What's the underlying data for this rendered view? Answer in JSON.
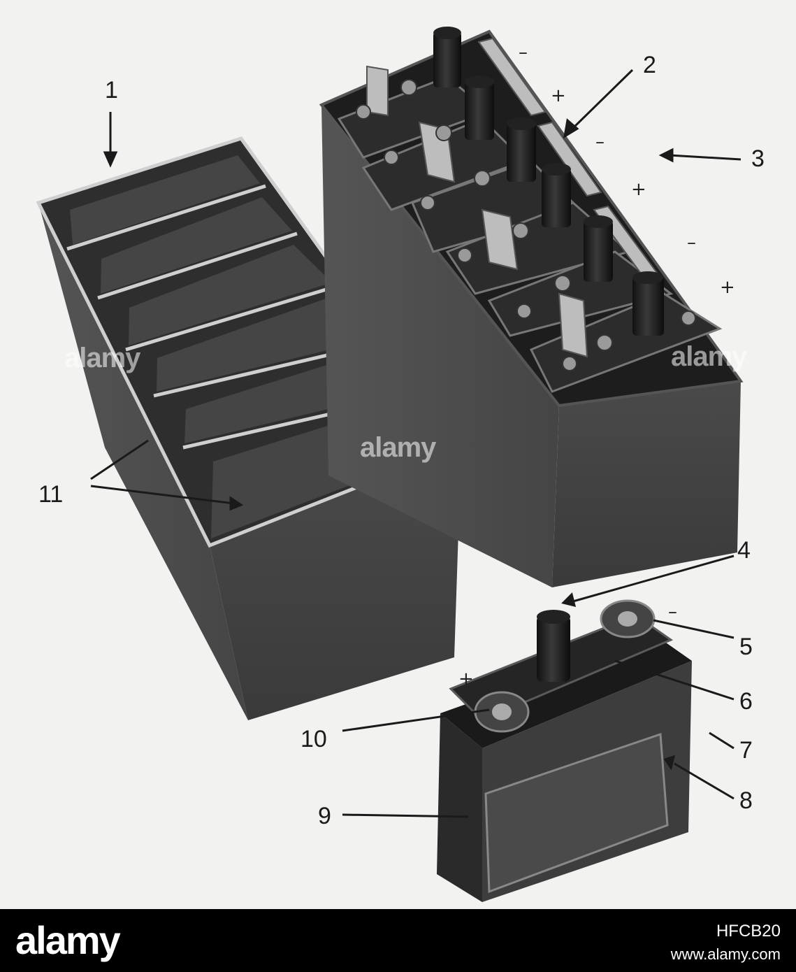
{
  "callouts": {
    "n1": "1",
    "n2": "2",
    "n3": "3",
    "n4": "4",
    "n5": "5",
    "n6": "6",
    "n7": "7",
    "n8": "8",
    "n9": "9",
    "n10": "10",
    "n11": "11"
  },
  "polarity": {
    "plus": "+",
    "minus": "–"
  },
  "watermark": "alamy",
  "footer": {
    "logo": "alamy",
    "image_code": "HFCB20",
    "url": "www.alamy.com"
  },
  "colors": {
    "case": "#3b3b3b",
    "footer": "#000000",
    "paper": "#f2f2f0"
  }
}
